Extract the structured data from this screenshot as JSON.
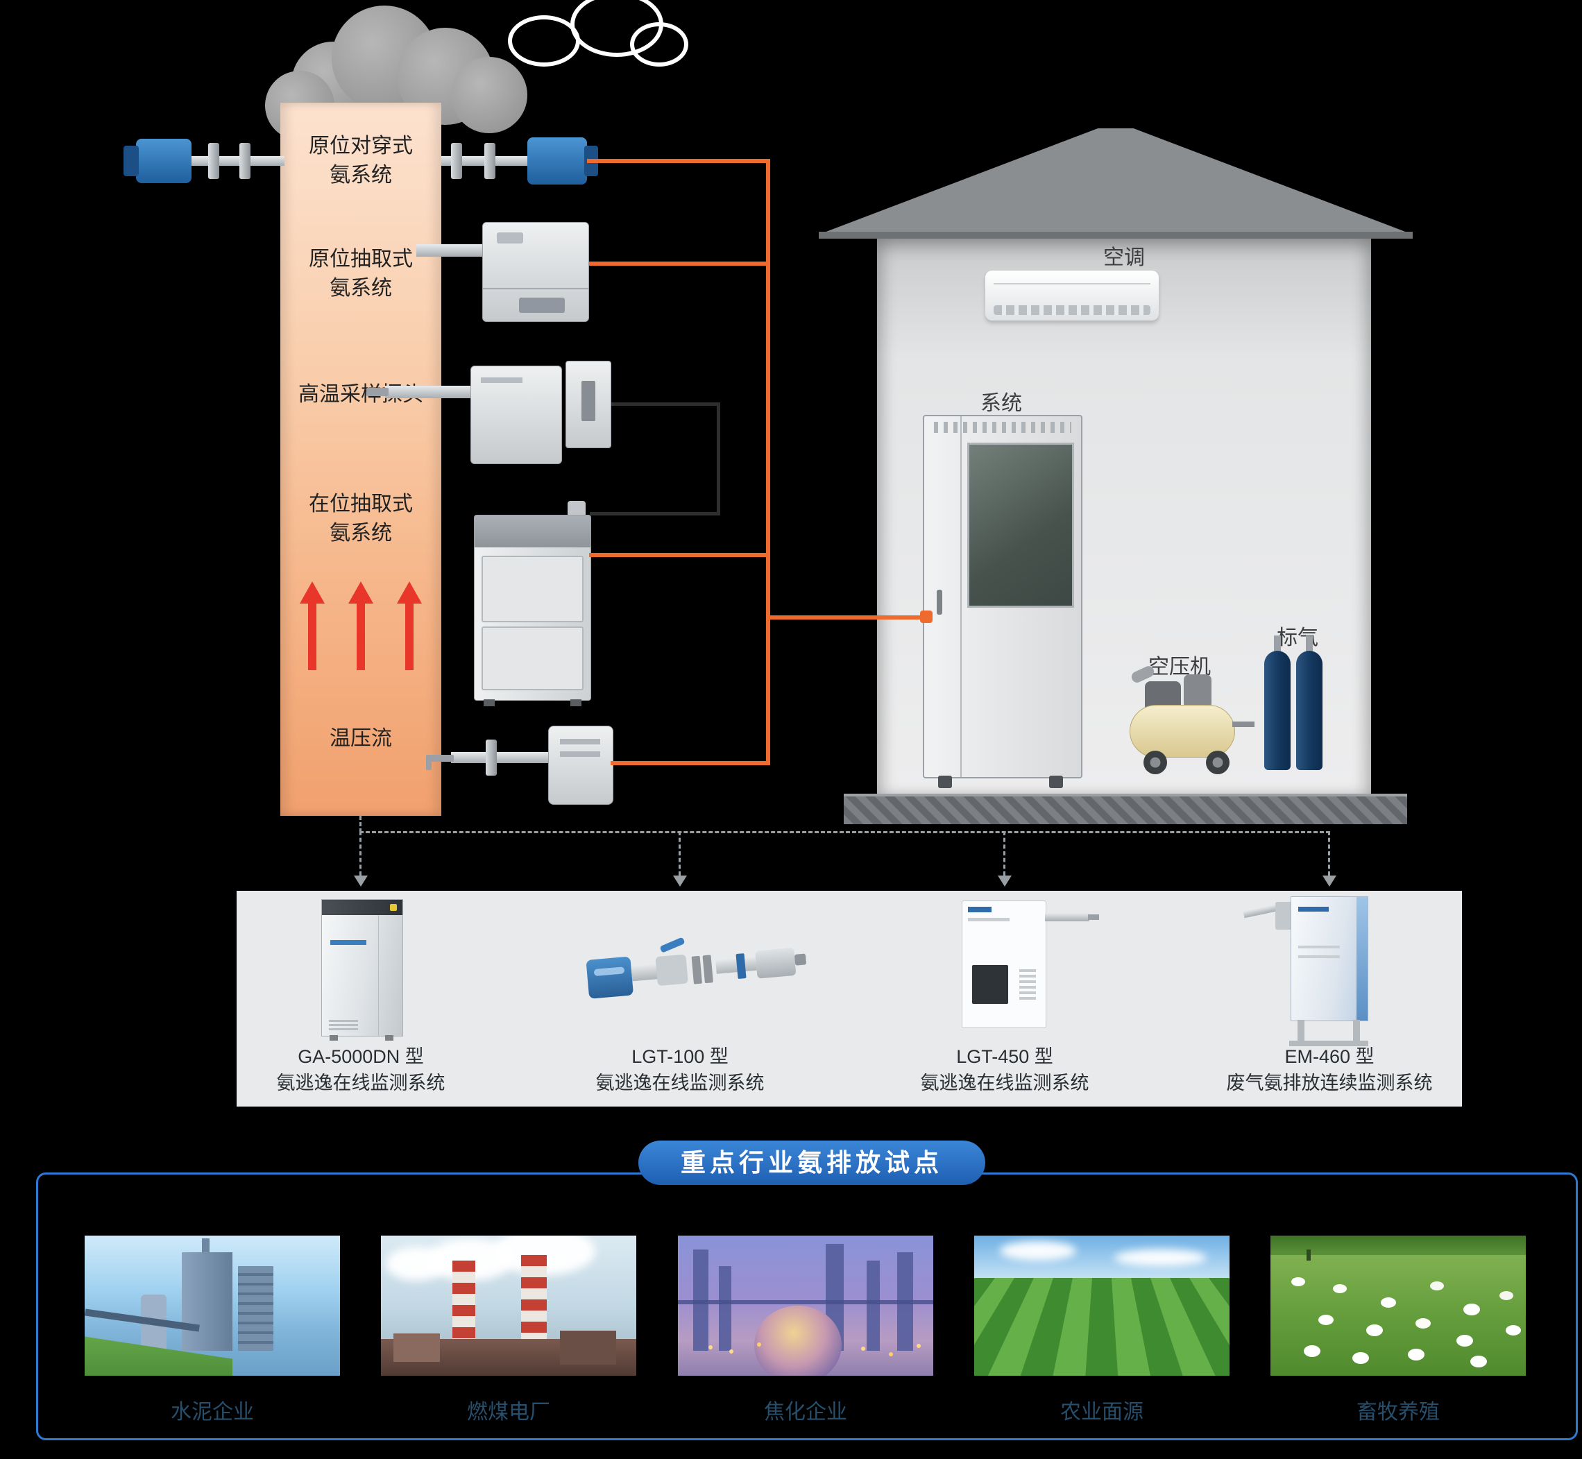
{
  "stack": {
    "labels": [
      {
        "line1": "原位对穿式",
        "line2": "氨系统"
      },
      {
        "line1": "原位抽取式",
        "line2": "氨系统"
      },
      {
        "line1": "高温采样探头"
      },
      {
        "line1": "在位抽取式",
        "line2": "氨系统"
      },
      {
        "line1": "温压流"
      }
    ]
  },
  "shelter": {
    "ac_label": "空调",
    "system_label": "系统",
    "compressor_label": "空压机",
    "gas_label": "标气"
  },
  "products": [
    {
      "model": "GA-5000DN 型",
      "name": "氨逃逸在线监测系统"
    },
    {
      "model": "LGT-100 型",
      "name": "氨逃逸在线监测系统"
    },
    {
      "model": "LGT-450 型",
      "name": "氨逃逸在线监测系统"
    },
    {
      "model": "EM-460 型",
      "name": "废气氨排放连续监测系统"
    }
  ],
  "industries": {
    "title": "重点行业氨排放试点",
    "items": [
      {
        "label": "水泥企业"
      },
      {
        "label": "燃煤电厂"
      },
      {
        "label": "焦化企业"
      },
      {
        "label": "农业面源"
      },
      {
        "label": "畜牧养殖"
      }
    ]
  },
  "colors": {
    "signal_line": "#ee6a2d",
    "arrow_red": "#e8372a",
    "pill_blue": "#2a74cc",
    "band_bg": "#e8eaec",
    "border_blue": "#2e7ad1"
  }
}
